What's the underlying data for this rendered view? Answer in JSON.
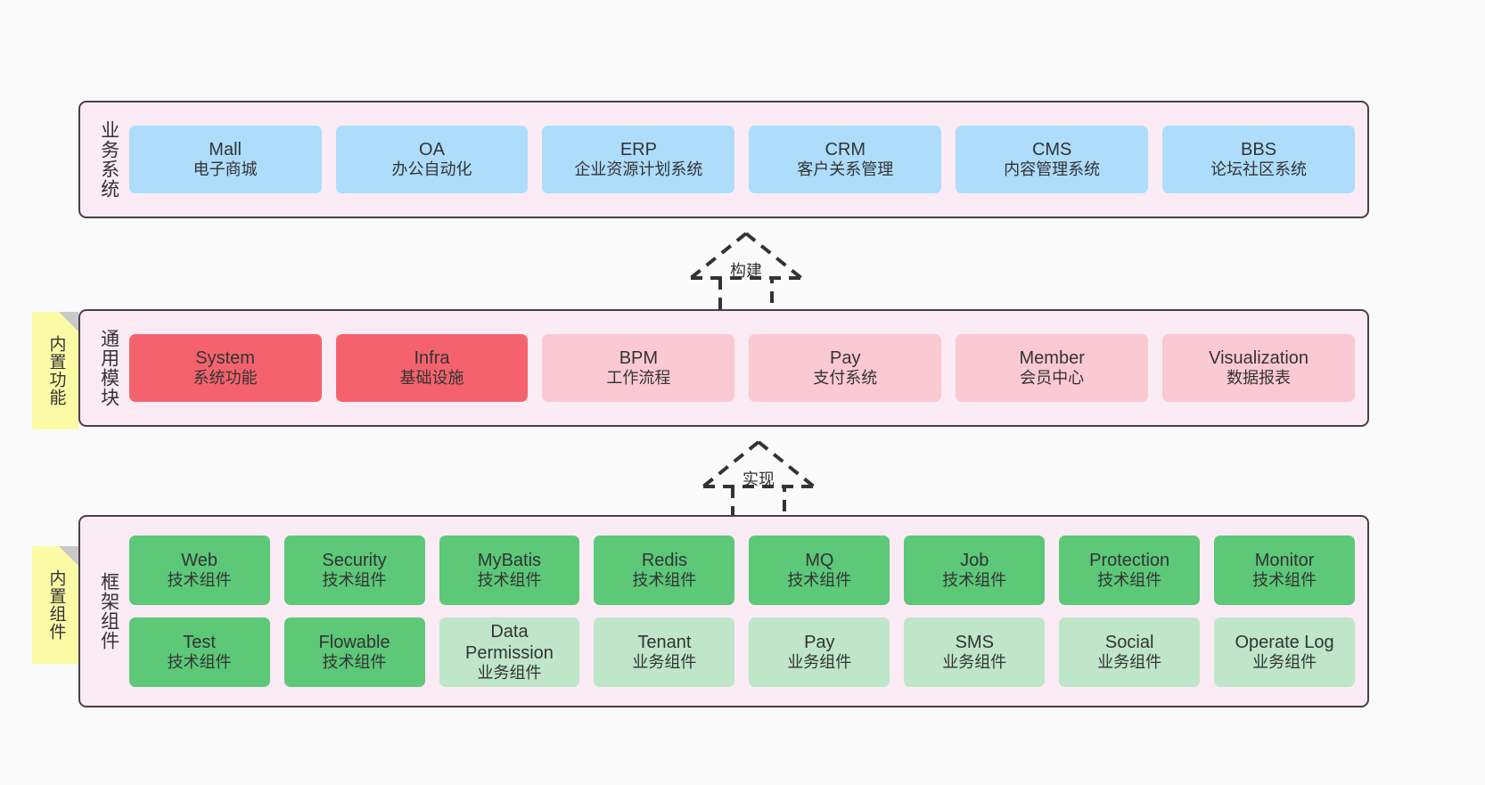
{
  "colors": {
    "background": "#fafafa",
    "band_fill": "#FAEBF4",
    "band_stroke": "#4a4046",
    "blue": "#ADDDFB",
    "red": "#F4636D",
    "pink": "#FBC9D1",
    "green": "#5CC878",
    "light_green": "#BFE6C8",
    "note_yellow": "#FCFAA5",
    "note_fold": "#C9C9C9",
    "text": "#333333"
  },
  "layers": [
    {
      "id": "business-systems",
      "label": "业务系统",
      "rows": [
        {
          "boxes": [
            {
              "name": "mall",
              "title": "Mall",
              "subtitle": "电子商城",
              "color": "blue"
            },
            {
              "name": "oa",
              "title": "OA",
              "subtitle": "办公自动化",
              "color": "blue"
            },
            {
              "name": "erp",
              "title": "ERP",
              "subtitle": "企业资源计划系统",
              "color": "blue"
            },
            {
              "name": "crm",
              "title": "CRM",
              "subtitle": "客户关系管理",
              "color": "blue"
            },
            {
              "name": "cms",
              "title": "CMS",
              "subtitle": "内容管理系统",
              "color": "blue"
            },
            {
              "name": "bbs",
              "title": "BBS",
              "subtitle": "论坛社区系统",
              "color": "blue"
            }
          ]
        }
      ]
    },
    {
      "id": "common-modules",
      "label": "通用模块",
      "note": "内置功能",
      "rows": [
        {
          "boxes": [
            {
              "name": "system",
              "title": "System",
              "subtitle": "系统功能",
              "color": "red"
            },
            {
              "name": "infra",
              "title": "Infra",
              "subtitle": "基础设施",
              "color": "red"
            },
            {
              "name": "bpm",
              "title": "BPM",
              "subtitle": "工作流程",
              "color": "pink"
            },
            {
              "name": "pay",
              "title": "Pay",
              "subtitle": "支付系统",
              "color": "pink"
            },
            {
              "name": "member",
              "title": "Member",
              "subtitle": "会员中心",
              "color": "pink"
            },
            {
              "name": "visualization",
              "title": "Visualization",
              "subtitle": "数据报表",
              "color": "pink"
            }
          ]
        }
      ]
    },
    {
      "id": "framework-components",
      "label": "框架组件",
      "note": "内置组件",
      "rows": [
        {
          "boxes": [
            {
              "name": "web",
              "title": "Web",
              "subtitle": "技术组件",
              "color": "green"
            },
            {
              "name": "security",
              "title": "Security",
              "subtitle": "技术组件",
              "color": "green"
            },
            {
              "name": "mybatis",
              "title": "MyBatis",
              "subtitle": "技术组件",
              "color": "green"
            },
            {
              "name": "redis",
              "title": "Redis",
              "subtitle": "技术组件",
              "color": "green"
            },
            {
              "name": "mq",
              "title": "MQ",
              "subtitle": "技术组件",
              "color": "green"
            },
            {
              "name": "job",
              "title": "Job",
              "subtitle": "技术组件",
              "color": "green"
            },
            {
              "name": "protection",
              "title": "Protection",
              "subtitle": "技术组件",
              "color": "green"
            },
            {
              "name": "monitor",
              "title": "Monitor",
              "subtitle": "技术组件",
              "color": "green"
            }
          ]
        },
        {
          "boxes": [
            {
              "name": "test",
              "title": "Test",
              "subtitle": "技术组件",
              "color": "green"
            },
            {
              "name": "flowable",
              "title": "Flowable",
              "subtitle": "技术组件",
              "color": "green"
            },
            {
              "name": "data-permission",
              "title": "Data Permission",
              "subtitle": "业务组件",
              "color": "light_green"
            },
            {
              "name": "tenant",
              "title": "Tenant",
              "subtitle": "业务组件",
              "color": "light_green"
            },
            {
              "name": "pay-component",
              "title": "Pay",
              "subtitle": "业务组件",
              "color": "light_green"
            },
            {
              "name": "sms",
              "title": "SMS",
              "subtitle": "业务组件",
              "color": "light_green"
            },
            {
              "name": "social",
              "title": "Social",
              "subtitle": "业务组件",
              "color": "light_green"
            },
            {
              "name": "operate-log",
              "title": "Operate Log",
              "subtitle": "业务组件",
              "color": "light_green"
            }
          ]
        }
      ]
    }
  ],
  "connectors": [
    {
      "id": "build",
      "label": "构建",
      "from": "common-modules",
      "to": "business-systems"
    },
    {
      "id": "implement",
      "label": "实现",
      "from": "framework-components",
      "to": "common-modules"
    }
  ]
}
